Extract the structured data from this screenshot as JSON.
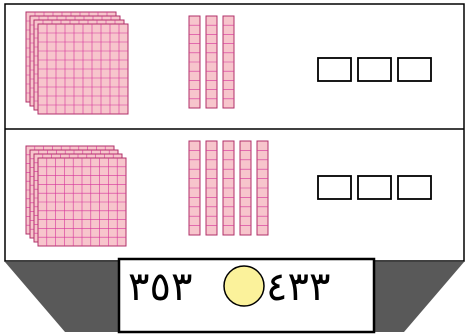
{
  "colors": {
    "block_fill": "#f7c5cc",
    "block_grid": "#d6339a",
    "block_stroke": "#b0306a",
    "frame": "#000000",
    "base": "#595959",
    "comparison_circle": "#fbf29b"
  },
  "rows": [
    {
      "name": "top-row",
      "hundreds": 4,
      "tens": 3,
      "ones": 0,
      "answer_boxes": 3
    },
    {
      "name": "bottom-row",
      "hundreds": 4,
      "tens": 5,
      "ones": 0,
      "answer_boxes": 3
    }
  ],
  "comparison": {
    "left_number": "٣٥٣",
    "right_number": "٤٣٣",
    "circle_icon": "empty-comparison-circle"
  }
}
